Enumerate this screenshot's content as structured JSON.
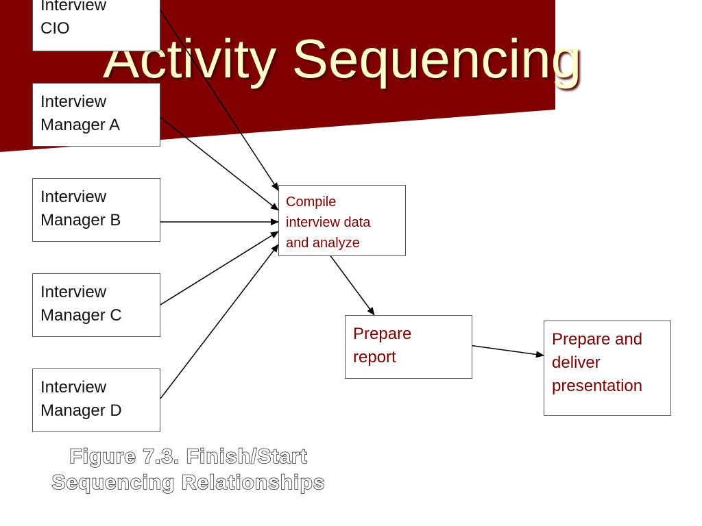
{
  "title": "Activity Sequencing",
  "colors": {
    "banner": "#800000",
    "title": "#ffffcc",
    "box_text_left": "#111111",
    "box_text_right": "#7a0000"
  },
  "nodes": {
    "cio": [
      "Interview",
      "CIO"
    ],
    "manager_a": [
      "Interview",
      "Manager A"
    ],
    "manager_b": [
      "Interview",
      "Manager B"
    ],
    "manager_c": [
      "Interview",
      "Manager C"
    ],
    "manager_d": [
      "Interview",
      "Manager D"
    ],
    "compile": [
      "Compile",
      "interview data",
      "and analyze"
    ],
    "report": [
      "Prepare",
      "report"
    ],
    "presentation": [
      "Prepare and",
      "deliver",
      "presentation"
    ]
  },
  "edges": [
    {
      "from": "cio",
      "to": "compile"
    },
    {
      "from": "manager_a",
      "to": "compile"
    },
    {
      "from": "manager_b",
      "to": "compile"
    },
    {
      "from": "manager_c",
      "to": "compile"
    },
    {
      "from": "manager_d",
      "to": "compile"
    },
    {
      "from": "compile",
      "to": "report"
    },
    {
      "from": "report",
      "to": "presentation"
    }
  ],
  "caption": [
    "Figure 7.3.  Finish/Start",
    "Sequencing Relationships"
  ]
}
